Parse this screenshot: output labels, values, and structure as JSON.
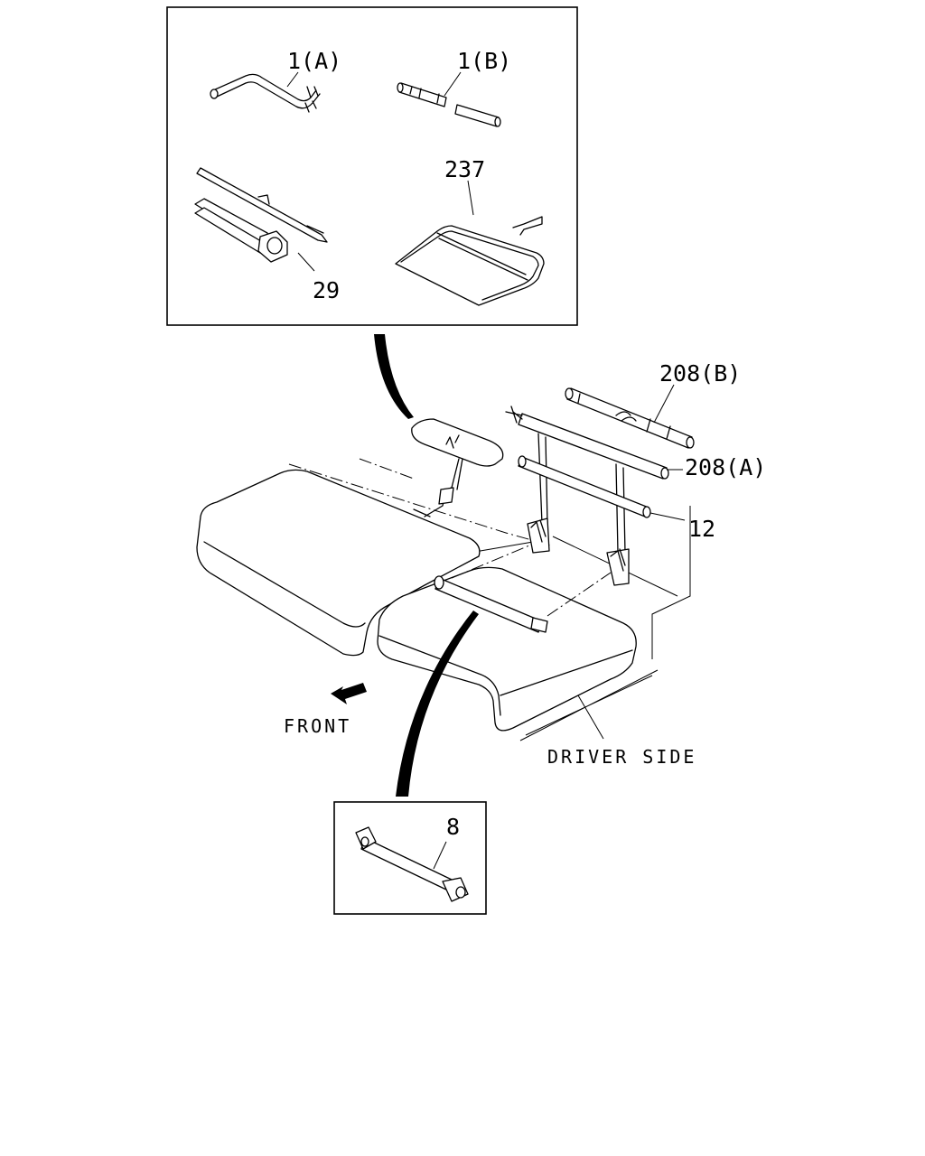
{
  "labels": {
    "part_1a": "1(A)",
    "part_1b": "1(B)",
    "part_237": "237",
    "part_29": "29",
    "part_208b": "208(B)",
    "part_208a": "208(A)",
    "part_12": "12",
    "part_8": "8"
  },
  "captions": {
    "front": "FRONT",
    "driver_side": "DRIVER SIDE"
  }
}
